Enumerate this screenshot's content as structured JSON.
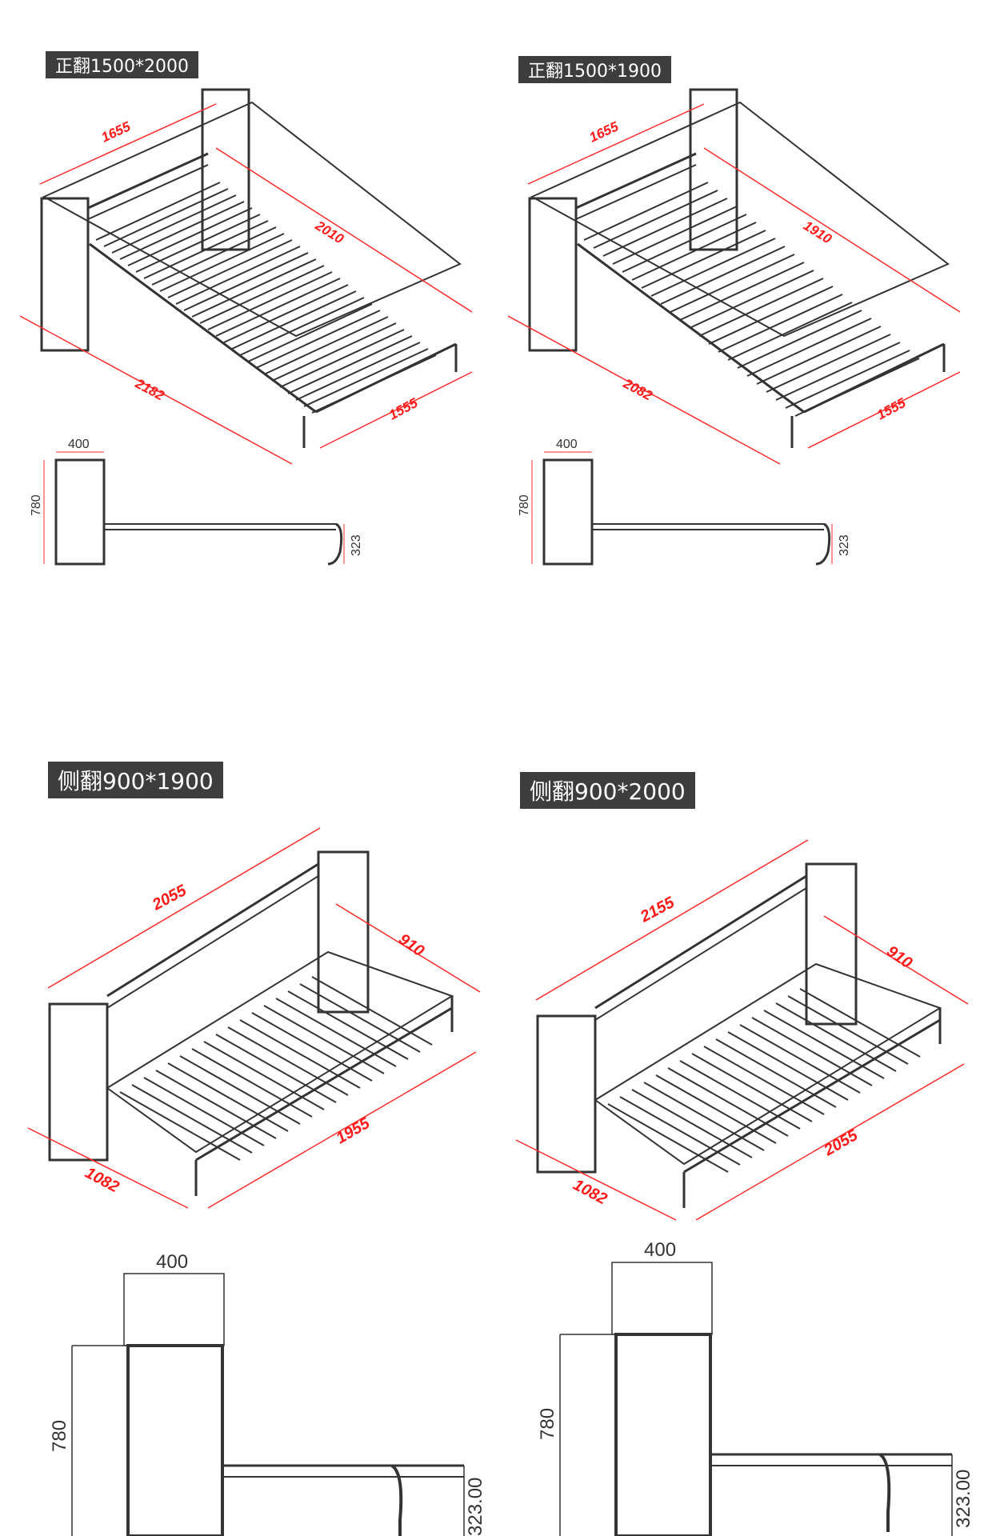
{
  "panels": [
    {
      "label": "正翻1500*2000",
      "dims": {
        "top": "1655",
        "right_long": "2010",
        "bottom_long": "2182",
        "bottom_short": "1555"
      },
      "side": {
        "depth": "400",
        "height": "780",
        "leg": "323"
      }
    },
    {
      "label": "正翻1500*1900",
      "dims": {
        "top": "1655",
        "right_long": "1910",
        "bottom_long": "2082",
        "bottom_short": "1555"
      },
      "side": {
        "depth": "400",
        "height": "780",
        "leg": "323"
      }
    },
    {
      "label": "侧翻900*1900",
      "dims": {
        "top": "2055",
        "right_short": "910",
        "bottom_short": "1082",
        "bottom_long": "1955"
      },
      "side": {
        "depth": "400",
        "height": "780",
        "leg": "323.00"
      }
    },
    {
      "label": "侧翻900*2000",
      "dims": {
        "top": "2155",
        "right_short": "910",
        "bottom_short": "1082",
        "bottom_long": "2055"
      },
      "side": {
        "depth": "400",
        "height": "780",
        "leg": "323.00"
      }
    }
  ]
}
